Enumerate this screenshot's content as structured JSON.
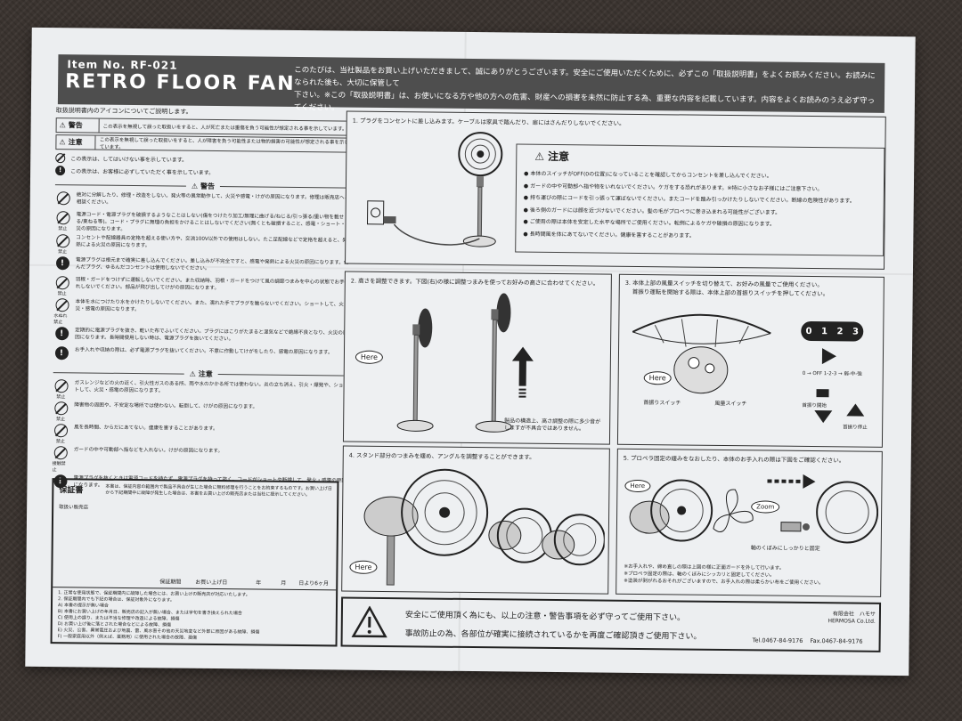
{
  "header": {
    "item_no": "Item No. RF-021",
    "title": "RETRO FLOOR FAN",
    "intro_line1": "このたびは、当社製品をお買い上げいただきまして、誠にありがとうございます。安全にご使用いただくために、必ずこの「取扱説明書」をよくお読みください。お読みになられた後も、大切に保管して",
    "intro_line2": "下さい。※この「取扱説明書」は、お使いになる方や他の方への危害、財産への損害を未然に防止する為、重要な内容を記載しています。内容をよくお読みのうえ必ず守ってください。"
  },
  "left": {
    "icons_heading": "取扱説明書内のアイコンについてご説明します。",
    "legend": [
      {
        "label": "警告",
        "text": "この表示を無視して誤った取扱いをすると、人が死亡または重傷を負う可能性が想定される事を示しています。"
      },
      {
        "label": "注意",
        "text": "この表示を無視して誤った取扱いをすると、人が障害を負う可能性または物的損害の可能性が想定される事を示しています。"
      }
    ],
    "mini": [
      {
        "text": "この表示は、してはいけない事を示しています。"
      },
      {
        "text": "この表示は、お客様に必ずしていただく事を示しています。"
      }
    ],
    "warning_title": "警告",
    "warnings": [
      {
        "icon": "slash",
        "kind": "",
        "text": "絶対に分解したり、修理・改造をしない。発火等の異常動作して、火災や感電・けがの原因になります。修理は販売店へご相談ください。"
      },
      {
        "icon": "slash",
        "kind": "禁止",
        "text": "電源コード・電源プラグを破損するようなことはしない(傷をつけたり加工/無理に曲げる/ねじる/引っ張る/重い物を載せる/束ねる等)。コード・プラグに無理の負担をかけることはしないでください(無くとも破損すること、感電・ショート・火災の原因になります。"
      },
      {
        "icon": "slash",
        "kind": "禁止",
        "text": "コンセントや配線器具の定格を超える使い方や、交流100V以外での使用はしない。たこ足配線などで定格を超えると、発熱による火災の原因になります。"
      },
      {
        "icon": "filled",
        "kind": "",
        "text": "電源プラグは根元まで確実に差し込んでください。差し込みが不完全ですと、感電や発熱による火災の原因になります。傷んだプラグ、ゆるんだコンセントは使用しないでください。"
      },
      {
        "icon": "slash",
        "kind": "禁止",
        "text": "羽根・ガードをつけずに運転しないでください。また収納時、羽根・ガードをつけて風の調節つまみを中心の状態でお手入れしないでください。部品が飛び出してけがの原因になります。"
      },
      {
        "icon": "slash",
        "kind": "水ぬれ禁止",
        "text": "本体を水につけたり水をかけたりしないでください。また、濡れた手でプラグを触らないでください。ショートして、火災・感電の原因になります。"
      },
      {
        "icon": "filled",
        "kind": "",
        "text": "定期的に電源プラグを抜き、乾いた布でふいてください。プラグにほこりがたまると湿気などで絶縁不良となり、火災の原因になります。長時間使用しない時は、電源プラグを抜いてください。"
      },
      {
        "icon": "filled",
        "kind": "",
        "text": "お手入れや収納の際は、必ず電源プラグを抜いてください。不意に作動してけがをしたり、感電の原因になります。"
      }
    ],
    "caution_title": "注意",
    "cautions": [
      {
        "icon": "slash",
        "kind": "禁止",
        "text": "ガスレンジなどの火の近く、引火性ガスのある所、雨や水のかかる所では使わない。炎の立ち消え、引火・爆発や、ショートして、火災・感電の原因になります。"
      },
      {
        "icon": "slash",
        "kind": "禁止",
        "text": "障害物の周囲や、不安定な場所では使わない。転倒して、けがの原因になります。"
      },
      {
        "icon": "slash",
        "kind": "禁止",
        "text": "風を長時間、からだにあてない。健康を害することがあります。"
      },
      {
        "icon": "slash",
        "kind": "接触禁止",
        "text": "ガードの中や可動部へ指などを入れない。けがの原因になります。"
      },
      {
        "icon": "filled",
        "kind": "",
        "text": "電源プラグを抜くときは電源コードを持たず、電源プラグを持って抜く。コードがショートや断線して、発火・感電の原因になります。"
      }
    ]
  },
  "warranty": {
    "title": "保証書",
    "note": "本書は、保証内容の範囲内で製品不具合が生じた場合に無料修理を行うことをお約束するものです。お買い上げ日から下記期間中に故障が発生した場合は、本書をお買い上げの販売店または当社に提示してください。",
    "store_label": "取扱い販売店",
    "period_label": "保証期間",
    "purchase_label": "お買い上げ日",
    "year": "年",
    "month": "月",
    "duration": "日より6ヶ月",
    "list": [
      "1. 正常な使用状態で、保証期間内に故障した場合には、お買い上げの販売店が対応いたします。",
      "2. 保証期間内でも下記の場合は、保証対象外になります。",
      "A) 本書の提示が無い場合",
      "B) 本書にお買い上げの年月日、販売店の記入が無い場合、または字句を書き換えられた場合",
      "C) 使用上の誤り、または不当な修理や改造による故障、損傷",
      "D) お買い上げ後に落とされた場合などによる故障、損傷",
      "E) 火災、公害、異常電圧および地震、雷、風水害その他の天災地変など外部に原因がある故障、損傷",
      "F) 一般家庭用以外（例えば、業務用）に使用された場合の故障、損傷"
    ]
  },
  "panel1": {
    "label": "1. プラグをコンセントに差し込みます。ケーブルは家具で踏んだり、扉にはさんだりしないでください。",
    "caution_title": "注意",
    "items": [
      "本体のスイッチがOFF(0の位置)になっていることを確認してからコンセントを差し込んでください。",
      "ガードの中や可動部へ指や物をいれないでください。ケガをする恐れがあります。※特に小さなお子様にはご注意下さい。",
      "持ち運びの際にコードを引っ張って運ばないでください。またコードを踏み引っかけたりしないでください。断線の危険性があります。",
      "後ろ側のガードには顔を近づけないでください。髪の毛がプロペラに巻き込まれる可能性がございます。",
      "ご使用の際は本体を安定した水平な場所でご使用ください。転倒によるケガや破損の原因になります。",
      "長時間風を体にあてないでください。健康を害することがあります。"
    ]
  },
  "panel2": {
    "label": "2. 高さを調整できます。下図(右)の様に調整つまみを使ってお好みの高さに合わせてください。",
    "here": "Here",
    "note": "製品の構造上、高さ調整の際に多少音がしますが不具合ではありません。"
  },
  "panel3": {
    "label1": "3. 本体上部の風量スイッチを切り替えて、お好みの風量でご使用ください。",
    "label2": "首振り運転を開始する際は、本体上部の首振りスイッチを押してください。",
    "dial_digits": [
      "0",
      "1",
      "2",
      "3"
    ],
    "dial_legend": "0 → OFF  1-2-3 → 弱-中-強",
    "here": "Here",
    "osc_switch": "首振りスイッチ",
    "speed_switch": "風量スイッチ",
    "osc_start": "首振り開始",
    "osc_stop": "首振り停止"
  },
  "panel4": {
    "label": "4. スタンド部分のつまみを緩め、アングルを調整することができます。",
    "here": "Here"
  },
  "panel5": {
    "label": "5. プロペラ固定の緩みをなおしたり、本体のお手入れの際は下図をご確認ください。",
    "here": "Here",
    "zoom": "Zoom",
    "fix_note": "軸のくぼみにしっかりと固定",
    "note1": "※お手入れや、締め直しの際は上図の様に正面ガードを外して行います。",
    "note2": "※プロペラ固定の際は、軸のくぼみにシッカリと固定してください。",
    "note3": "※塗装が剥がれるおそれがございますので、お手入れの際は柔らかい布をご使用ください。"
  },
  "bottom": {
    "line1": "安全にご使用頂く為にも、以上の注意・警告事項を必ず守ってご使用下さい。",
    "line2": "事故防止の為、各部位が確実に接続されているかを再度ご確認頂きご使用下さい。",
    "company_jp": "有限会社　ハモサ",
    "company_en": "HERMOSA Co.Ltd.",
    "tel": "Tel.0467-84-9176",
    "fax": "Fax.0467-84-9176"
  }
}
